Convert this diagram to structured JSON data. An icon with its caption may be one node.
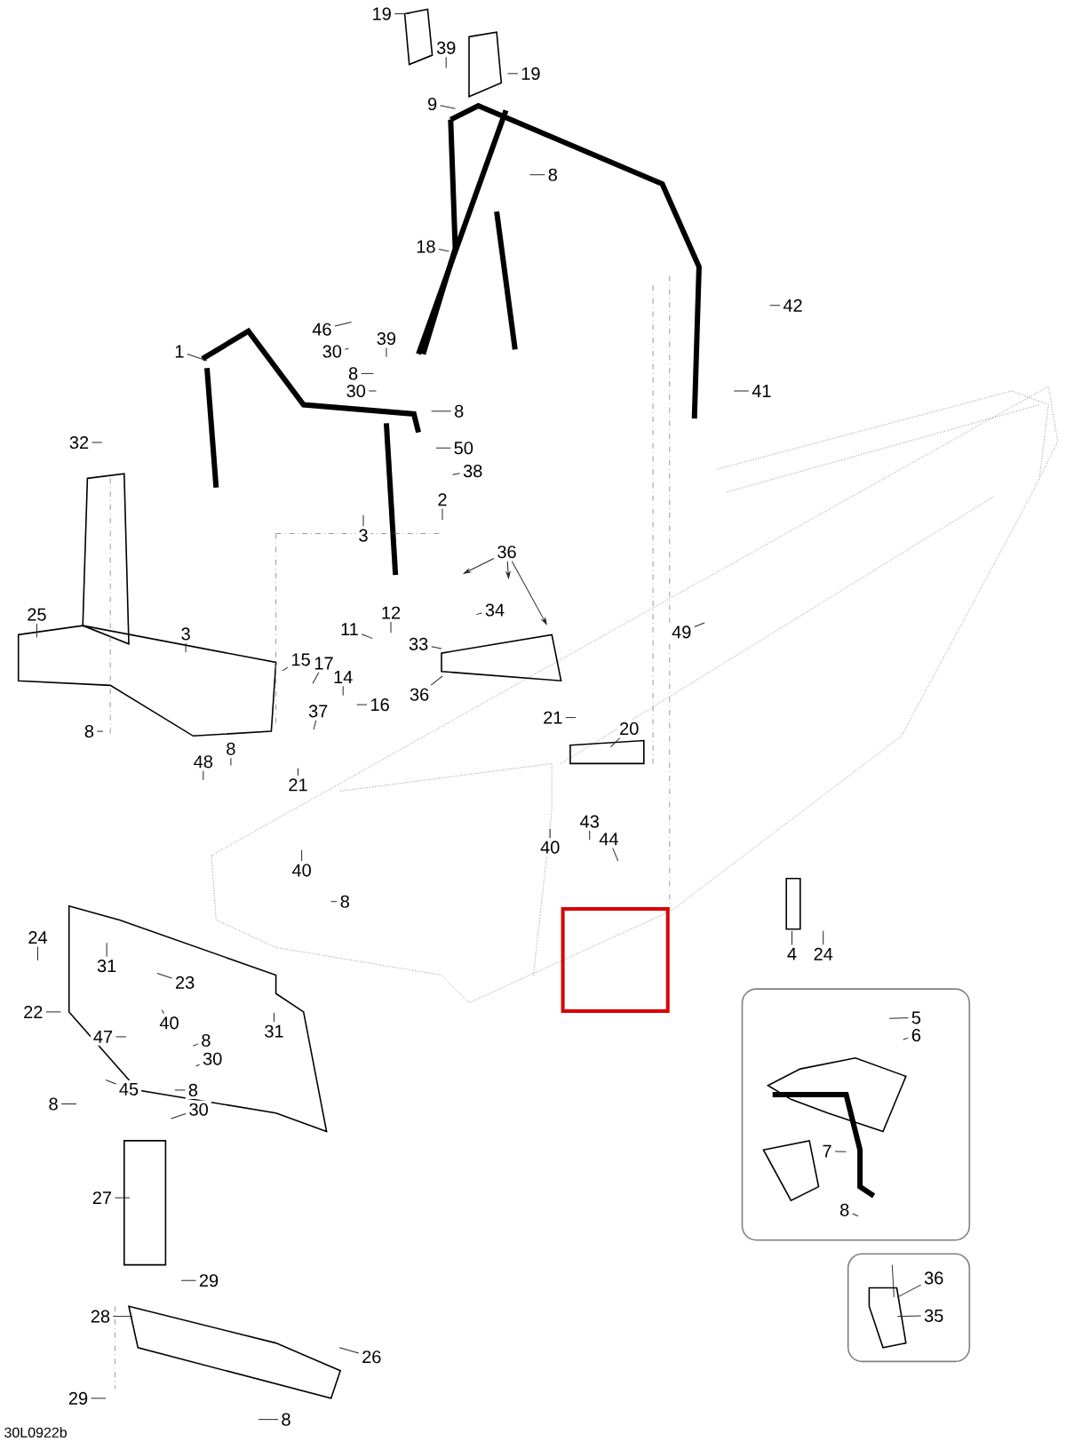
{
  "diagram": {
    "nodes": [
      {
        "text": [],
        "shape": "box"
      },
      {
        "text": [],
        "shape": "box"
      },
      {
        "text": [
          "19"
        ]
      },
      {
        "text": [
          "39"
        ]
      },
      {
        "text": [
          "19"
        ]
      },
      {
        "text": [
          "9"
        ]
      },
      {
        "text": [
          "8"
        ]
      },
      {
        "text": [
          "18"
        ]
      },
      {
        "text": [
          "42"
        ]
      },
      {
        "text": [
          "46"
        ]
      },
      {
        "text": [
          "39"
        ]
      },
      {
        "text": [
          "30"
        ]
      },
      {
        "text": [
          "1"
        ]
      },
      {
        "text": [
          "8"
        ]
      },
      {
        "text": [
          "30"
        ]
      },
      {
        "text": [
          "41"
        ]
      },
      {
        "text": [
          "8"
        ]
      },
      {
        "text": [
          "32"
        ]
      },
      {
        "text": [
          "50"
        ]
      },
      {
        "text": [
          "38"
        ]
      },
      {
        "text": [
          "2"
        ]
      },
      {
        "text": [
          "3"
        ]
      },
      {
        "text": [
          "36"
        ]
      },
      {
        "text": [
          "34"
        ]
      },
      {
        "text": [
          "12"
        ]
      },
      {
        "text": [
          "25"
        ]
      },
      {
        "text": [
          "11"
        ]
      },
      {
        "text": [
          "3"
        ]
      },
      {
        "text": [
          "49"
        ]
      },
      {
        "text": [
          "33"
        ]
      },
      {
        "text": [
          "15"
        ]
      },
      {
        "text": [
          "17"
        ]
      },
      {
        "text": [
          "14"
        ]
      },
      {
        "text": [
          "36"
        ]
      },
      {
        "text": [
          "16"
        ]
      },
      {
        "text": [
          "37"
        ]
      },
      {
        "text": [
          "21"
        ]
      },
      {
        "text": [
          "8"
        ]
      },
      {
        "text": [
          "20"
        ]
      },
      {
        "text": [
          "8"
        ]
      },
      {
        "text": [
          "48"
        ]
      },
      {
        "text": [
          "21"
        ]
      },
      {
        "text": [
          "43"
        ]
      },
      {
        "text": [
          "44"
        ]
      },
      {
        "text": [
          "40"
        ]
      },
      {
        "text": [
          "40"
        ]
      },
      {
        "text": [
          "8"
        ]
      },
      {
        "text": [
          "24"
        ]
      },
      {
        "text": [
          "31"
        ]
      },
      {
        "text": [
          "4"
        ]
      },
      {
        "text": [
          "24"
        ]
      },
      {
        "text": [
          "23"
        ]
      },
      {
        "text": [
          "22"
        ]
      },
      {
        "text": [
          "40"
        ]
      },
      {
        "text": [
          "5"
        ],
        "in": 0
      },
      {
        "text": [
          "6"
        ],
        "in": 0
      },
      {
        "text": [
          "47"
        ]
      },
      {
        "text": [
          "31"
        ]
      },
      {
        "text": [
          "8"
        ]
      },
      {
        "text": [
          "30"
        ]
      },
      {
        "text": [
          "45"
        ]
      },
      {
        "text": [
          "8"
        ]
      },
      {
        "text": [
          "8"
        ]
      },
      {
        "text": [
          "30"
        ]
      },
      {
        "text": [
          "27"
        ]
      },
      {
        "text": [
          "7"
        ],
        "in": 0
      },
      {
        "text": [
          "8"
        ],
        "in": 0
      },
      {
        "text": [
          "29"
        ]
      },
      {
        "text": [
          "36"
        ],
        "in": 1
      },
      {
        "text": [
          "35"
        ],
        "in": 1
      },
      {
        "text": [
          "28"
        ]
      },
      {
        "text": [
          "26"
        ]
      },
      {
        "text": [
          "29"
        ]
      },
      {
        "text": [
          "8"
        ]
      }
    ],
    "edges": [
      {
        "from": 2,
        "to": null,
        "arrow": "none"
      },
      {
        "from": 3,
        "to": null,
        "arrow": "none"
      },
      {
        "from": 4,
        "to": null,
        "arrow": "none"
      },
      {
        "from": 5,
        "to": null,
        "arrow": "none"
      },
      {
        "from": 6,
        "to": null,
        "arrow": "none"
      },
      {
        "from": 7,
        "to": null,
        "arrow": "none"
      },
      {
        "from": 8,
        "to": null,
        "arrow": "none"
      },
      {
        "from": 9,
        "to": null,
        "arrow": "none"
      },
      {
        "from": 10,
        "to": null,
        "arrow": "none"
      },
      {
        "from": 11,
        "to": null,
        "arrow": "none"
      },
      {
        "from": 12,
        "to": null,
        "arrow": "none"
      },
      {
        "from": 13,
        "to": null,
        "arrow": "none"
      },
      {
        "from": 14,
        "to": null,
        "arrow": "none"
      },
      {
        "from": 15,
        "to": null,
        "arrow": "none"
      },
      {
        "from": 16,
        "to": null,
        "arrow": "none"
      },
      {
        "from": 17,
        "to": null,
        "arrow": "none"
      },
      {
        "from": 18,
        "to": null,
        "arrow": "none"
      },
      {
        "from": 19,
        "to": null,
        "arrow": "none"
      },
      {
        "from": 20,
        "to": null,
        "arrow": "none"
      },
      {
        "from": 21,
        "to": null,
        "arrow": "none"
      },
      {
        "from": 22,
        "to": null,
        "arrow": "to"
      },
      {
        "from": 22,
        "to": null,
        "arrow": "to"
      },
      {
        "from": 22,
        "to": null,
        "arrow": "to"
      },
      {
        "from": 23,
        "to": null,
        "arrow": "none"
      },
      {
        "from": 24,
        "to": null,
        "arrow": "none"
      },
      {
        "from": 25,
        "to": null,
        "arrow": "none"
      },
      {
        "from": 26,
        "to": null,
        "arrow": "none"
      },
      {
        "from": 27,
        "to": null,
        "arrow": "none"
      },
      {
        "from": 28,
        "to": null,
        "arrow": "none"
      },
      {
        "from": 29,
        "to": null,
        "arrow": "none"
      },
      {
        "from": 30,
        "to": null,
        "arrow": "none"
      },
      {
        "from": 31,
        "to": null,
        "arrow": "none"
      },
      {
        "from": 32,
        "to": null,
        "arrow": "none"
      },
      {
        "from": 33,
        "to": null,
        "arrow": "none"
      },
      {
        "from": 34,
        "to": null,
        "arrow": "none"
      },
      {
        "from": 35,
        "to": null,
        "arrow": "none"
      },
      {
        "from": 36,
        "to": null,
        "arrow": "none"
      },
      {
        "from": 37,
        "to": null,
        "arrow": "none"
      },
      {
        "from": 38,
        "to": null,
        "arrow": "none"
      },
      {
        "from": 39,
        "to": null,
        "arrow": "none"
      },
      {
        "from": 40,
        "to": null,
        "arrow": "none"
      },
      {
        "from": 41,
        "to": null,
        "arrow": "none"
      },
      {
        "from": 42,
        "to": null,
        "arrow": "none"
      },
      {
        "from": 43,
        "to": null,
        "arrow": "none"
      },
      {
        "from": 44,
        "to": null,
        "arrow": "none"
      },
      {
        "from": 45,
        "to": null,
        "arrow": "none"
      },
      {
        "from": 46,
        "to": null,
        "arrow": "none"
      },
      {
        "from": 47,
        "to": null,
        "arrow": "none"
      },
      {
        "from": 48,
        "to": null,
        "arrow": "none"
      },
      {
        "from": 49,
        "to": null,
        "arrow": "none"
      },
      {
        "from": 50,
        "to": null,
        "arrow": "none"
      },
      {
        "from": 51,
        "to": null,
        "arrow": "none"
      },
      {
        "from": 52,
        "to": null,
        "arrow": "none"
      },
      {
        "from": 53,
        "to": null,
        "arrow": "none"
      },
      {
        "from": 54,
        "to": null,
        "arrow": "none"
      },
      {
        "from": 55,
        "to": null,
        "arrow": "none"
      },
      {
        "from": 56,
        "to": null,
        "arrow": "none"
      },
      {
        "from": 57,
        "to": null,
        "arrow": "none"
      },
      {
        "from": 58,
        "to": null,
        "arrow": "none"
      },
      {
        "from": 59,
        "to": null,
        "arrow": "none"
      },
      {
        "from": 60,
        "to": null,
        "arrow": "none"
      },
      {
        "from": 61,
        "to": null,
        "arrow": "none"
      },
      {
        "from": 62,
        "to": null,
        "arrow": "none"
      },
      {
        "from": 63,
        "to": null,
        "arrow": "none"
      },
      {
        "from": 64,
        "to": null,
        "arrow": "none"
      },
      {
        "from": 65,
        "to": null,
        "arrow": "none"
      },
      {
        "from": 66,
        "to": null,
        "arrow": "none"
      },
      {
        "from": 67,
        "to": null,
        "arrow": "none"
      },
      {
        "from": 68,
        "to": null,
        "arrow": "none"
      },
      {
        "from": 69,
        "to": null,
        "arrow": "none"
      },
      {
        "from": 70,
        "to": null,
        "arrow": "none"
      },
      {
        "from": 71,
        "to": null,
        "arrow": "none"
      },
      {
        "from": 72,
        "to": null,
        "arrow": "none"
      },
      {
        "from": 73,
        "to": null,
        "arrow": "none"
      }
    ],
    "labels": [
      "30L0922b"
    ]
  }
}
